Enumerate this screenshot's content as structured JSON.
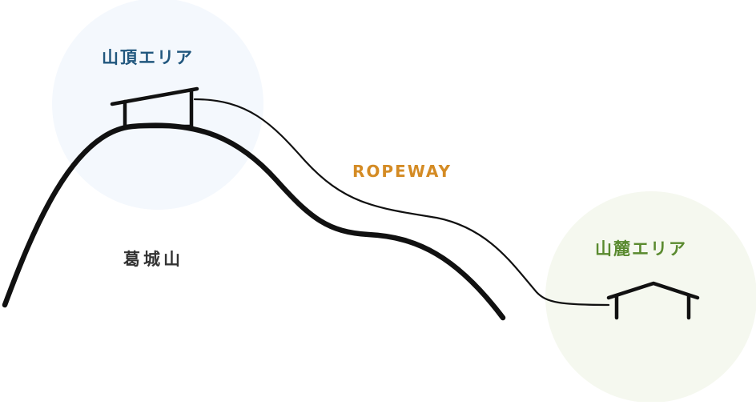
{
  "labels": {
    "summit_area": "山頂エリア",
    "ropeway": "ROPEWAY",
    "mountain_name": "葛城山",
    "foot_area": "山麓エリア"
  },
  "colors": {
    "summit_text": "#21577e",
    "summit_circle": "#f4f8fd",
    "ropeway_text": "#d48b24",
    "mountain_text": "#333333",
    "foot_text": "#5a8a2f",
    "foot_circle": "#f5f8ef",
    "line": "#111111"
  }
}
